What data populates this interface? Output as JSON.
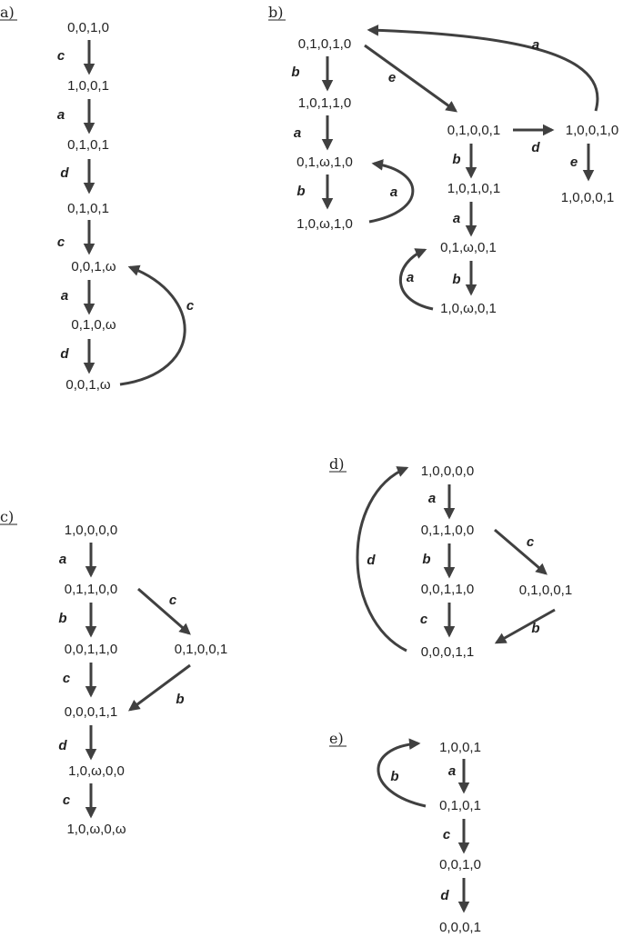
{
  "colors": {
    "ink": "#222222",
    "arrow": "#404040"
  },
  "panels": {
    "a": {
      "label": "a)",
      "nodes": [
        "0,0,1,0",
        "1,0,0,1",
        "0,1,0,1",
        "0,1,0,1",
        "0,0,1,ω",
        "0,1,0,ω",
        "0,0,1,ω"
      ],
      "edges": [
        "c",
        "a",
        "d",
        "c",
        "a",
        "d",
        "c"
      ]
    },
    "b": {
      "label": "b)",
      "nodes": [
        "0,1,0,1,0",
        "1,0,1,1,0",
        "0,1,ω,1,0",
        "1,0,ω,1,0",
        "0,1,0,0,1",
        "1,0,1,0,1",
        "0,1,ω,0,1",
        "1,0,ω,0,1",
        "1,0,0,1,0",
        "1,0,0,0,1"
      ],
      "edges": [
        "b",
        "a",
        "b",
        "a",
        "e",
        "b",
        "a",
        "b",
        "a",
        "d",
        "e",
        "a"
      ]
    },
    "c": {
      "label": "c)",
      "nodes": [
        "1,0,0,0,0",
        "0,1,1,0,0",
        "0,0,1,1,0",
        "0,1,0,0,1",
        "0,0,0,1,1",
        "1,0,ω,0,0",
        "1,0,ω,0,ω"
      ],
      "edges": [
        "a",
        "b",
        "c",
        "c",
        "b",
        "d",
        "c"
      ]
    },
    "d": {
      "label": "d)",
      "nodes": [
        "1,0,0,0,0",
        "0,1,1,0,0",
        "0,0,1,1,0",
        "0,1,0,0,1",
        "0,0,0,1,1"
      ],
      "edges": [
        "a",
        "b",
        "c",
        "c",
        "b",
        "d"
      ]
    },
    "e": {
      "label": "e)",
      "nodes": [
        "1,0,0,1",
        "0,1,0,1",
        "0,0,1,0",
        "0,0,0,1"
      ],
      "edges": [
        "a",
        "b",
        "c",
        "d"
      ]
    }
  }
}
